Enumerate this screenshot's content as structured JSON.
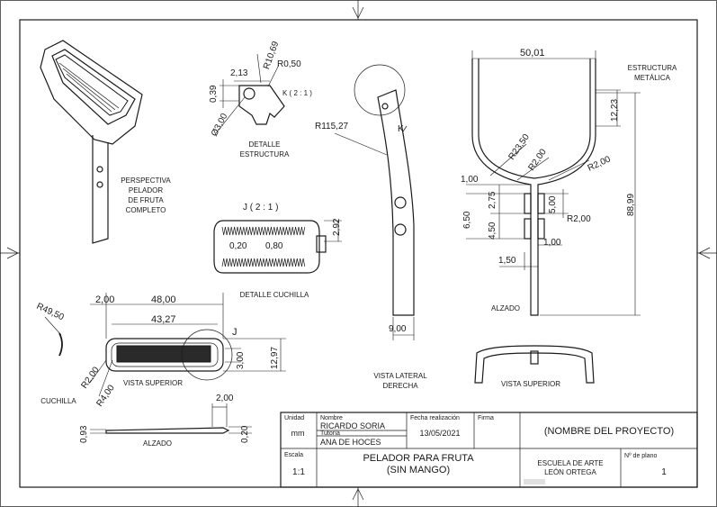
{
  "dims": {
    "r10_69": "R10,69",
    "r0_50": "R0,50",
    "d2_13": "2,13",
    "d0_39": "0,39",
    "phi3": "Ø3,00",
    "k_scale": "K ( 2 : 1 )",
    "r115": "R115,27",
    "k": "K",
    "j_scale": "J ( 2 : 1 )",
    "d2_92": "2,92",
    "d0_20": "0,20",
    "d0_80": "0,80",
    "d50_01": "50,01",
    "d12_23": "12,23",
    "r23_50": "R23,50",
    "r2_a": "R2,00",
    "r2_b": "R2,00",
    "d1_a": "1,00",
    "d2_75": "2,75",
    "d6_50": "6,50",
    "d4_50": "4,50",
    "d5_00": "5,00",
    "r2_c": "R2,00",
    "d1_b": "1,00",
    "d1_50": "1,50",
    "d88_99": "88,99",
    "d9_00": "9,00",
    "r49_50": "R49,50",
    "d2_00_top": "2,00",
    "d48": "48,00",
    "d43_27": "43,27",
    "j": "J",
    "r2_d": "R2,00",
    "r4": "R4,00",
    "d3": "3,00",
    "d12_97": "12,97",
    "d2_00_el": "2,00",
    "d0_93": "0,93",
    "d0_20_el": "0,20"
  },
  "labels": {
    "perspectiva": [
      "PERSPECTIVA",
      "PELADOR",
      "DE FRUTA",
      "COMPLETO"
    ],
    "detalle_estructura": [
      "DETALLE",
      "ESTRUCTURA"
    ],
    "detalle_cuchilla": "DETALLE CUCHILLA",
    "estructura_metalica": [
      "ESTRUCTURA",
      "METÁLICA"
    ],
    "alzado_right": "ALZADO",
    "vista_lateral": [
      "VISTA LATERAL",
      "DERECHA"
    ],
    "vista_superior_right": "VISTA SUPERIOR",
    "vista_superior_left": "VISTA SUPERIOR",
    "cuchilla": "CUCHILLA",
    "alzado_left": "ALZADO"
  },
  "title_block": {
    "unidad_label": "Unidad",
    "unidad_value": "mm",
    "nombre_label": "Nombre",
    "nombre_value": "RICARDO SORIA",
    "tutoria_label": "Tutoría",
    "tutoria_value": "ANA DE HOCES",
    "fecha_label": "Fecha realización",
    "fecha_value": "13/05/2021",
    "firma_label": "Firma",
    "proyecto": "(NOMBRE DEL PROYECTO)",
    "escala_label": "Escala",
    "escala_value": "1:1",
    "titulo": [
      "PELADOR PARA FRUTA",
      "(SIN MANGO)"
    ],
    "escuela": [
      "ESCUELA DE ARTE",
      "LEÓN ORTEGA"
    ],
    "plano_label": "Nº de plano",
    "plano_value": "1"
  }
}
